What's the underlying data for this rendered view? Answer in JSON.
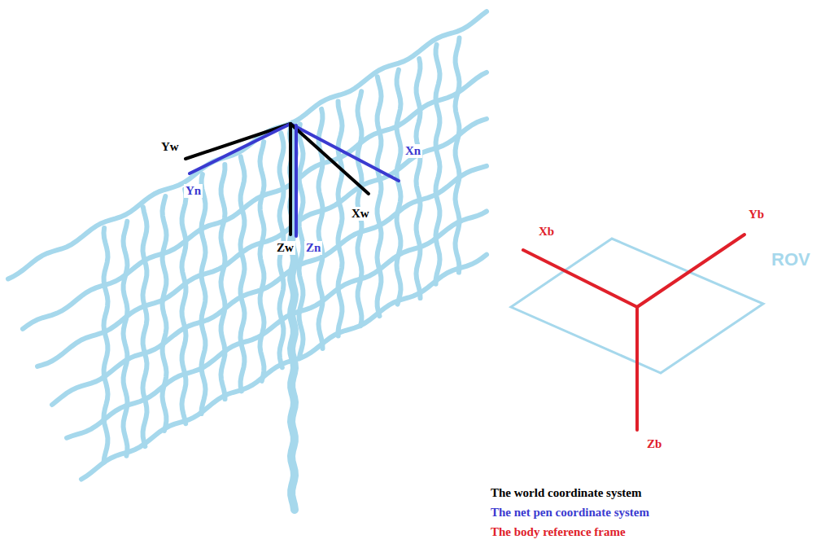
{
  "diagram": {
    "labels": [
      "Yw",
      "Yn",
      "Xn",
      "Xw",
      "Zw",
      "Zn",
      "Xb",
      "Yb",
      "Zb",
      "ROV"
    ],
    "legend": [
      {
        "text": "The world coordinate system",
        "color": "#000000"
      },
      {
        "text": "The net pen coordinate system",
        "color": "#3a3ad0"
      },
      {
        "text": "The body reference frame",
        "color": "#e0202a"
      }
    ]
  }
}
